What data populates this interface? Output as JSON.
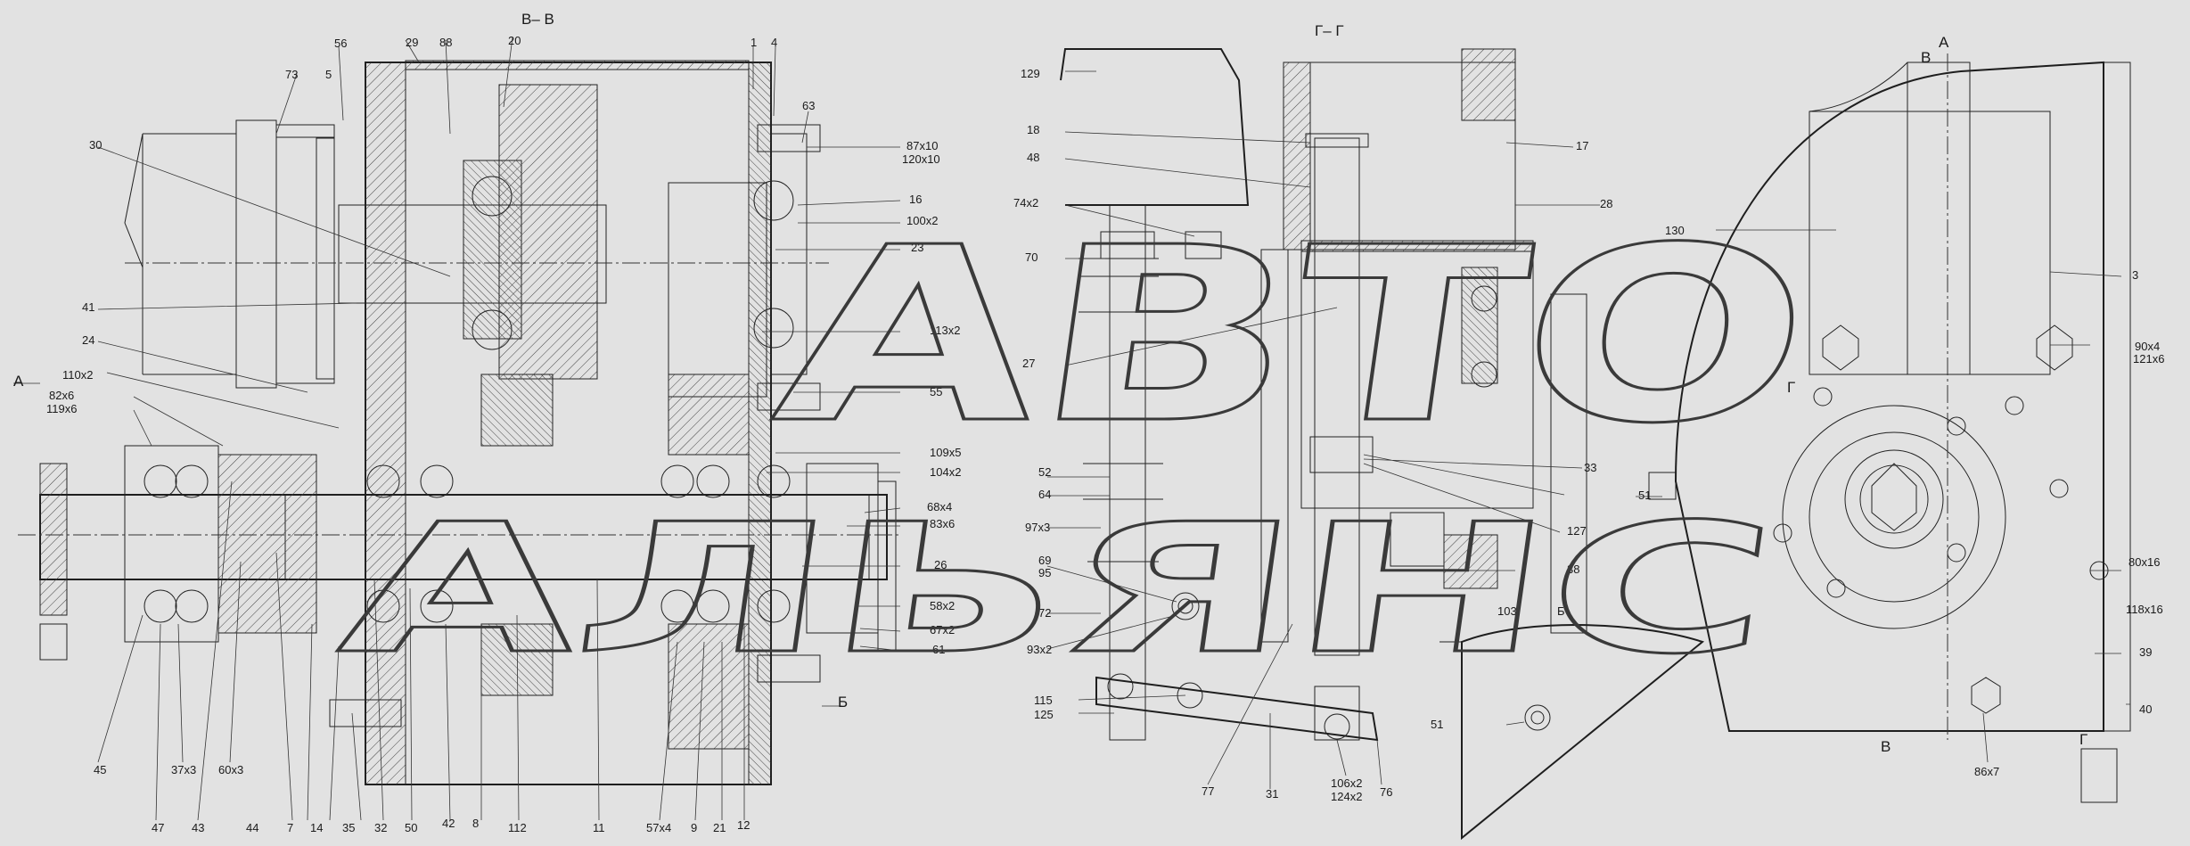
{
  "sections": {
    "bb": "В– В",
    "gg": "Г– Г",
    "view_a": "А",
    "view_b": "Б",
    "view_v": "В",
    "view_g": "Г"
  },
  "watermark": {
    "line1": "АВТО",
    "line2": "АЛЬЯНС"
  },
  "callouts": {
    "c73": "73",
    "c56": "56",
    "c5": "5",
    "c29": "29",
    "c88": "88",
    "c20": "20",
    "c1": "1",
    "c4": "4",
    "c63": "63",
    "c30": "30",
    "c41": "41",
    "c24": "24",
    "c110x2": "110х2",
    "c82x6": "82х6",
    "c119x6": "119х6",
    "c87x10": "87х10",
    "c120x10": "120х10",
    "c16": "16",
    "c100x2": "100х2",
    "c23": "23",
    "c113x2": "113х2",
    "c55": "55",
    "c109x5": "109х5",
    "c104x2": "104х2",
    "c68x4": "68х4",
    "c83x6": "83х6",
    "c26": "26",
    "c58x2": "58х2",
    "c67x2": "67х2",
    "c61": "61",
    "c45": "45",
    "c47": "47",
    "c37x3": "37х3",
    "c43": "43",
    "c60x3": "60х3",
    "c44": "44",
    "c7": "7",
    "c14": "14",
    "c35": "35",
    "c32": "32",
    "c50": "50",
    "c42": "42",
    "c8": "8",
    "c112": "112",
    "c11": "11",
    "c57x4": "57х4",
    "c9": "9",
    "c21": "21",
    "c12": "12",
    "c129": "129",
    "c18": "18",
    "c48": "48",
    "c74x2": "74х2",
    "c70": "70",
    "c27": "27",
    "c52": "52",
    "c64": "64",
    "c97x3": "97х3",
    "c69": "69",
    "c95": "95",
    "c72": "72",
    "c93x2": "93х2",
    "c115": "115",
    "c125": "125",
    "c17": "17",
    "c28": "28",
    "c33": "33",
    "c51a": "51",
    "c127": "127",
    "c38": "38",
    "c103": "103",
    "c51b": "51",
    "c77": "77",
    "c31": "31",
    "c106x2": "106х2",
    "c124x2": "124х2",
    "c76": "76",
    "c130": "130",
    "c3": "3",
    "c90x4": "90х4",
    "c121x6": "121х6",
    "c80x16": "80х16",
    "c118x16": "118х16",
    "c39": "39",
    "c40": "40",
    "c86x7": "86х7"
  }
}
